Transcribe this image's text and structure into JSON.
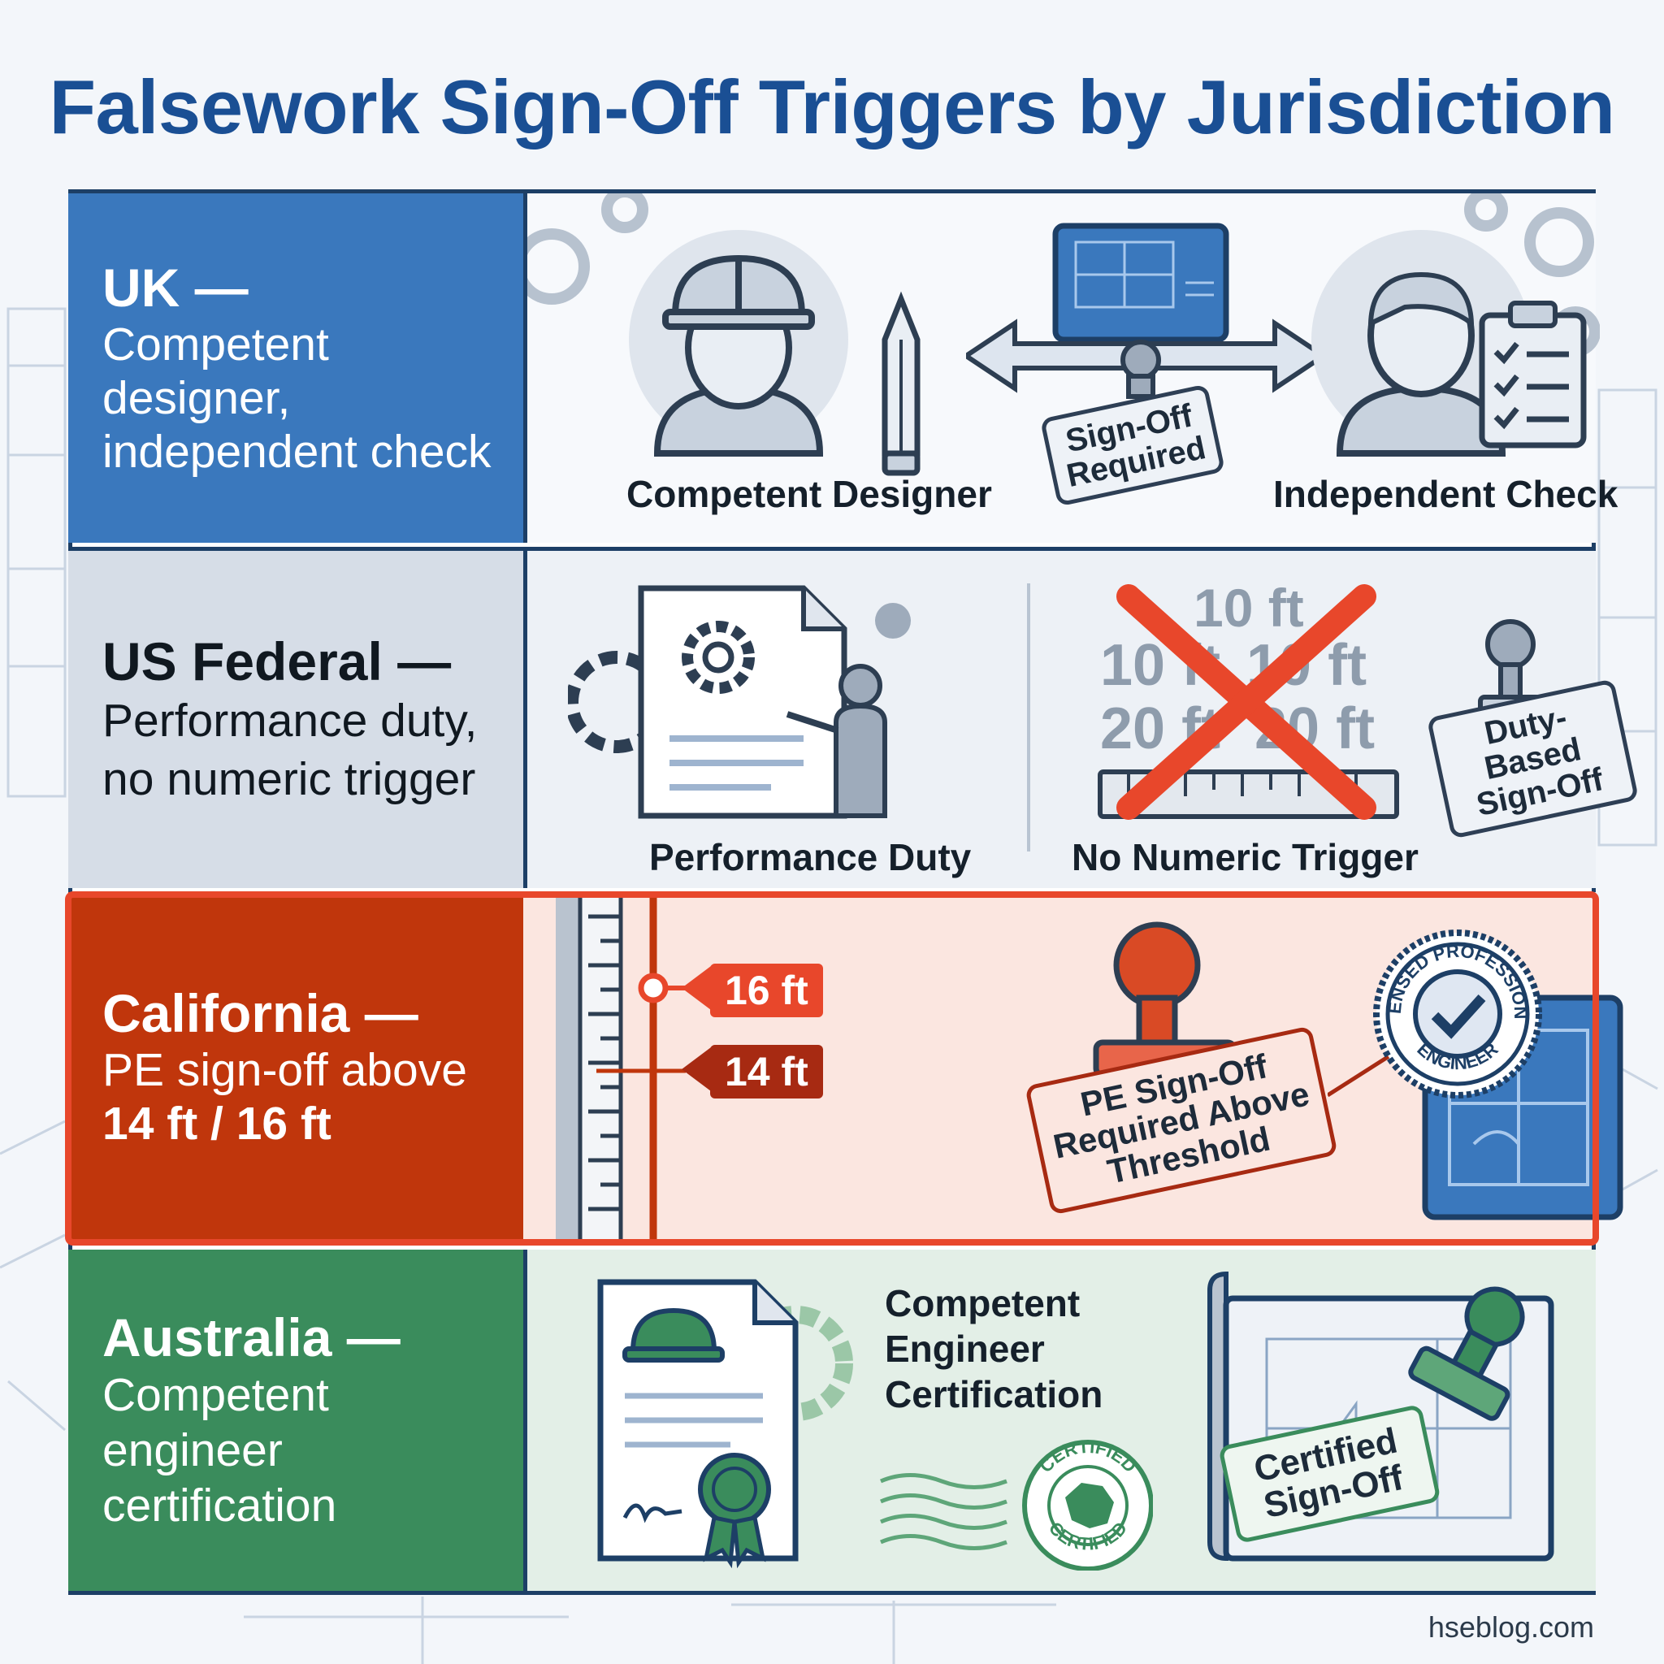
{
  "title": "Falsework Sign-Off Triggers by Jurisdiction",
  "colors": {
    "uk": "#3a78bd",
    "us_federal": "#d6dde7",
    "california": "#c0360c",
    "australia": "#3a8c5c",
    "title": "#1a4f94"
  },
  "rows": [
    {
      "jurisdiction": "UK —",
      "description": "Competent designer, independent check",
      "captions": [
        "Competent Designer",
        "Independent Check"
      ],
      "stamp": "Sign-Off Required",
      "icons": [
        "hard-hat-worker-icon",
        "pencil-icon",
        "blueprint-icon",
        "stamp-icon",
        "double-arrow-icon",
        "checker-person-icon",
        "checklist-clipboard-icon",
        "gear-icon"
      ]
    },
    {
      "jurisdiction": "US Federal —",
      "description": "Performance duty, no numeric trigger",
      "captions": [
        "Performance Duty",
        "No Numeric Trigger"
      ],
      "heights": [
        "10 ft",
        "10 ft",
        "10 ft",
        "20 ft",
        "20 ft"
      ],
      "stamp": "Duty-Based Sign-Off",
      "icons": [
        "document-gear-icon",
        "presenter-icon",
        "cross-out-icon",
        "ruler-icon",
        "stamp-icon",
        "gear-icon"
      ]
    },
    {
      "jurisdiction": "California —",
      "description_line1": "PE sign-off above",
      "description_line2": "14 ft / 16 ft",
      "tags": [
        "16 ft",
        "14 ft"
      ],
      "stamp": "PE Sign-Off Required Above Threshold",
      "seal_top": "LICENSED PROFESSIONAL",
      "seal_bottom": "ENGINEER",
      "icons": [
        "height-ruler-icon",
        "stamp-icon",
        "blueprint-icon",
        "pe-seal-icon",
        "checkmark-icon"
      ]
    },
    {
      "jurisdiction": "Australia —",
      "description": "Competent engineer certification",
      "caption": "Competent Engineer Certification",
      "stamp": "Certified Sign-Off",
      "seal_text": "CERTIFIED",
      "icons": [
        "certificate-document-icon",
        "hard-hat-icon",
        "award-ribbon-icon",
        "signature-icon",
        "certified-seal-icon",
        "australia-map-icon",
        "blueprint-icon",
        "stamp-icon"
      ]
    }
  ],
  "credit": "hseblog.com"
}
